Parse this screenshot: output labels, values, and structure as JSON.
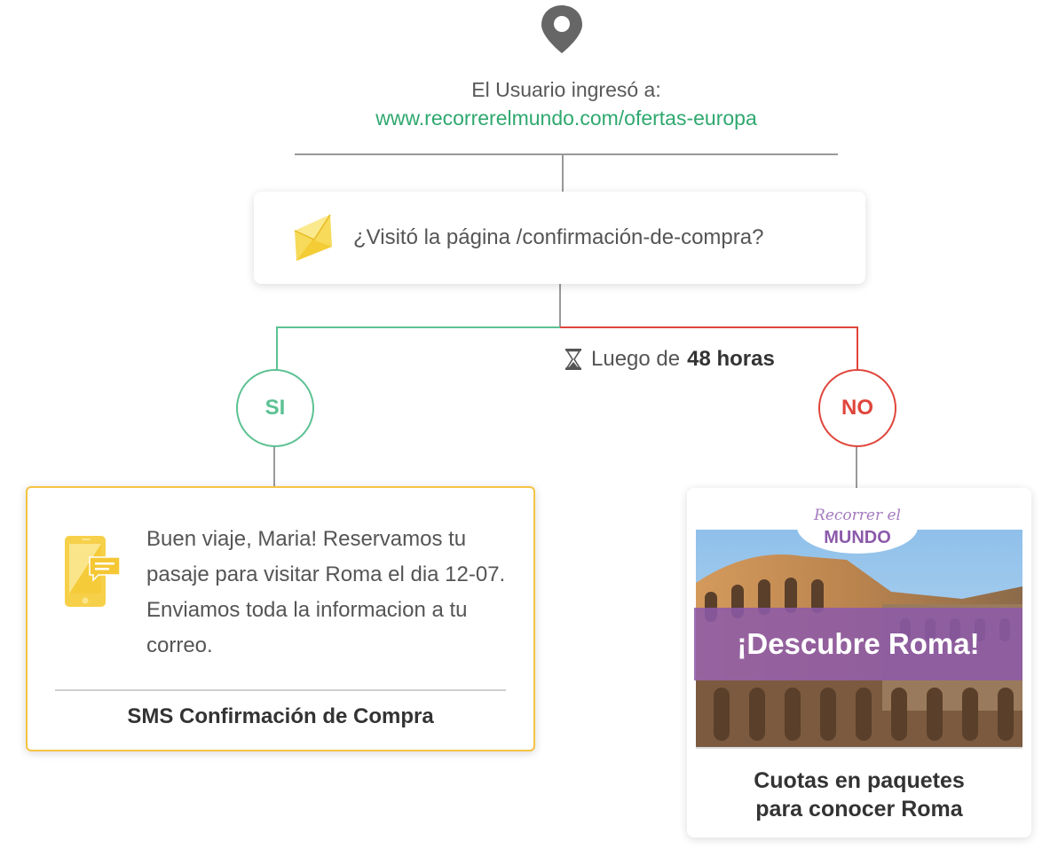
{
  "trigger": {
    "text": "El Usuario ingresó a:",
    "url": "www.recorrerelmundo.com/ofertas-europa"
  },
  "condition": {
    "text": "¿Visitó la página /confirmación-de-compra?"
  },
  "wait": {
    "prefix": "Luego de",
    "value": "48 horas"
  },
  "branches": {
    "yes_label": "SI",
    "no_label": "NO"
  },
  "sms": {
    "message": "Buen viaje, Maria! Reservamos tu pasaje para visitar Roma el dia 12-07. Enviamos toda la informacion a tu correo.",
    "title": "SMS Confirmación de Compra"
  },
  "promo": {
    "logo_script": "Recorrer el",
    "logo_brand": "MUNDO",
    "banner": "¡Descubre Roma!",
    "title_line1": "Cuotas en paquetes",
    "title_line2": "para conocer Roma"
  },
  "colors": {
    "yes": "#5cc193",
    "no": "#e0453b",
    "url": "#2fa86f",
    "sms_border": "#f6c344",
    "banner": "#8c5aaa"
  }
}
